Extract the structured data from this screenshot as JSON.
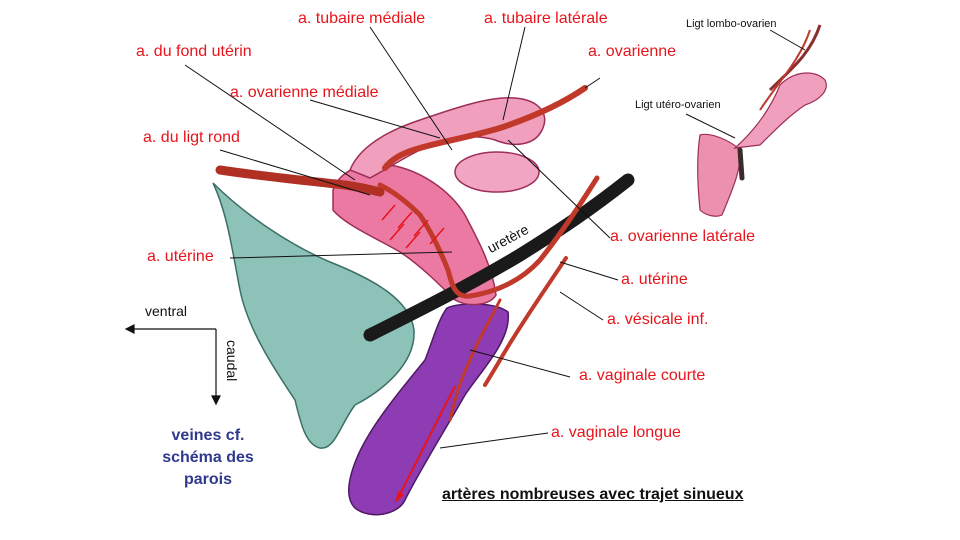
{
  "labels": {
    "tubaire_mediale": "a. tubaire médiale",
    "tubaire_laterale": "a. tubaire latérale",
    "fond_uterin": "a. du fond utérin",
    "ovarienne": "a. ovarienne",
    "ovarienne_mediale": "a. ovarienne médiale",
    "ligt_rond": "a. du ligt rond",
    "uterine_left": "a. utérine",
    "ovarienne_laterale": "a. ovarienne latérale",
    "uterine_right": "a. utérine",
    "vesicale_inf": "a. vésicale inf.",
    "vaginale_courte": "a. vaginale courte",
    "vaginale_longue": "a. vaginale longue",
    "ureter": "uretère",
    "ligt_lombo_ovarien": "Ligt lombo-ovarien",
    "ligt_utero_ovarien": "Ligt utéro-ovarien"
  },
  "orientation": {
    "ventral": "ventral",
    "caudal": "caudal"
  },
  "veins_note": {
    "line1": "veines cf.",
    "line2": "schéma des",
    "line3": "parois"
  },
  "footer_note": "artères nombreuses avec trajet sinueux",
  "colors": {
    "label_red": "#e8141b",
    "bladder": "#7fb8ad",
    "uterus_pink": "#ea6f9a",
    "vagina_purple": "#8e3cb3",
    "artery_red": "#c0392b",
    "ureter_black": "#1a1a1a",
    "veins_blue": "#2f3a8f"
  }
}
